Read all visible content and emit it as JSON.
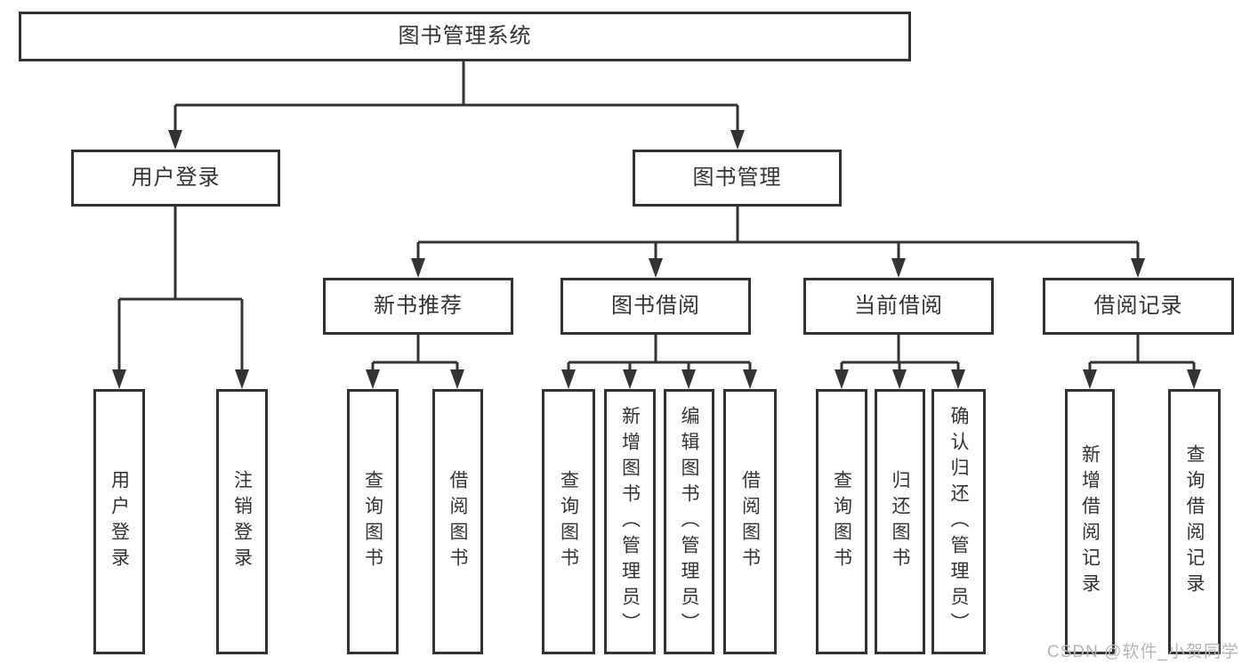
{
  "colors": {
    "line": "#333333",
    "box_border": "#333333",
    "text": "#333333",
    "background": "#ffffff",
    "watermark": "#b5b5b5"
  },
  "watermark": "CSDN @软件_小贺同学",
  "nodes": {
    "root": "图书管理系统",
    "user_login": {
      "label": "用户登录",
      "children": [
        "用户登录",
        "注销登录"
      ]
    },
    "book_management": {
      "label": "图书管理",
      "children": [
        {
          "label": "新书推荐",
          "children": [
            "查询图书",
            "借阅图书"
          ]
        },
        {
          "label": "图书借阅",
          "children": [
            "查询图书",
            "新增图书（管理员）",
            "编辑图书（管理员）",
            "借阅图书"
          ]
        },
        {
          "label": "当前借阅",
          "children": [
            "查询图书",
            "归还图书",
            "确认归还（管理员）"
          ]
        },
        {
          "label": "借阅记录",
          "children": [
            "新增借阅记录",
            "查询借阅记录"
          ]
        }
      ]
    }
  }
}
